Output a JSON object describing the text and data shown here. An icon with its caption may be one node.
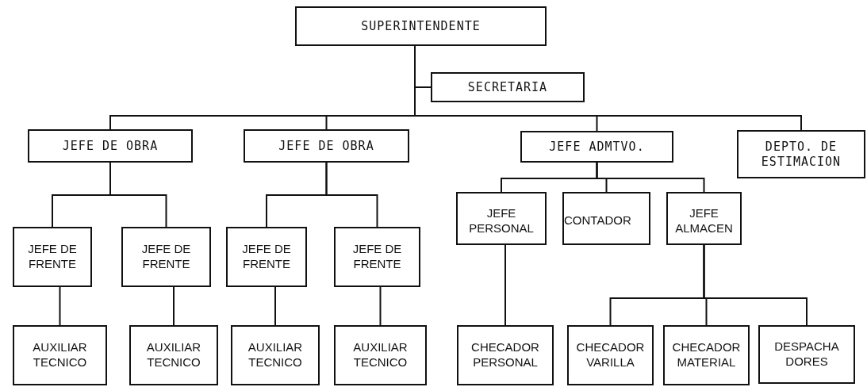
{
  "diagram": {
    "nodes": [
      {
        "text": [
          "SUPERINTENDENTE"
        ]
      },
      {
        "text": [
          "SECRETARIA"
        ]
      },
      {
        "text": [
          "JEFE DE OBRA"
        ]
      },
      {
        "text": [
          "JEFE DE OBRA"
        ]
      },
      {
        "text": [
          "JEFE ADMTVO."
        ]
      },
      {
        "text": [
          "DEPTO. DE ESTIMACION"
        ]
      },
      {
        "text": [
          "JEFE DE FRENTE"
        ]
      },
      {
        "text": [
          "JEFE DE FRENTE"
        ]
      },
      {
        "text": [
          "JEFE DE FRENTE"
        ]
      },
      {
        "text": [
          "JEFE DE FRENTE"
        ]
      },
      {
        "text": [
          "JEFE PERSONAL"
        ]
      },
      {
        "text": [
          "CONTADOR"
        ]
      },
      {
        "text": [
          "JEFE ALMACEN"
        ]
      },
      {
        "text": [
          "AUXILIAR TECNICO"
        ]
      },
      {
        "text": [
          "AUXILIAR TECNICO"
        ]
      },
      {
        "text": [
          "AUXILIAR TECNICO"
        ]
      },
      {
        "text": [
          "AUXILIAR TECNICO"
        ]
      },
      {
        "text": [
          "CHECADOR PERSONAL"
        ]
      },
      {
        "text": [
          "CHECADOR VARILLA"
        ]
      },
      {
        "text": [
          "CHECADOR MATERIAL"
        ]
      },
      {
        "text": [
          "DESPACHA DORES"
        ]
      }
    ],
    "edges": [
      {
        "from": 0,
        "to": 1,
        "arrow": "none"
      },
      {
        "from": 0,
        "to": 2,
        "arrow": "none"
      },
      {
        "from": 0,
        "to": 3,
        "arrow": "none"
      },
      {
        "from": 0,
        "to": 4,
        "arrow": "none"
      },
      {
        "from": 0,
        "to": 5,
        "arrow": "none"
      },
      {
        "from": 2,
        "to": 6,
        "arrow": "none"
      },
      {
        "from": 2,
        "to": 7,
        "arrow": "none"
      },
      {
        "from": 3,
        "to": 8,
        "arrow": "none"
      },
      {
        "from": 3,
        "to": 9,
        "arrow": "none"
      },
      {
        "from": 4,
        "to": 10,
        "arrow": "none"
      },
      {
        "from": 4,
        "to": 11,
        "arrow": "none"
      },
      {
        "from": 4,
        "to": 12,
        "arrow": "none"
      },
      {
        "from": 6,
        "to": 13,
        "arrow": "none"
      },
      {
        "from": 7,
        "to": 14,
        "arrow": "none"
      },
      {
        "from": 8,
        "to": 15,
        "arrow": "none"
      },
      {
        "from": 9,
        "to": 16,
        "arrow": "none"
      },
      {
        "from": 10,
        "to": 17,
        "arrow": "none"
      },
      {
        "from": 12,
        "to": 18,
        "arrow": "none"
      },
      {
        "from": 12,
        "to": 19,
        "arrow": "none"
      },
      {
        "from": 12,
        "to": 20,
        "arrow": "none"
      }
    ]
  }
}
